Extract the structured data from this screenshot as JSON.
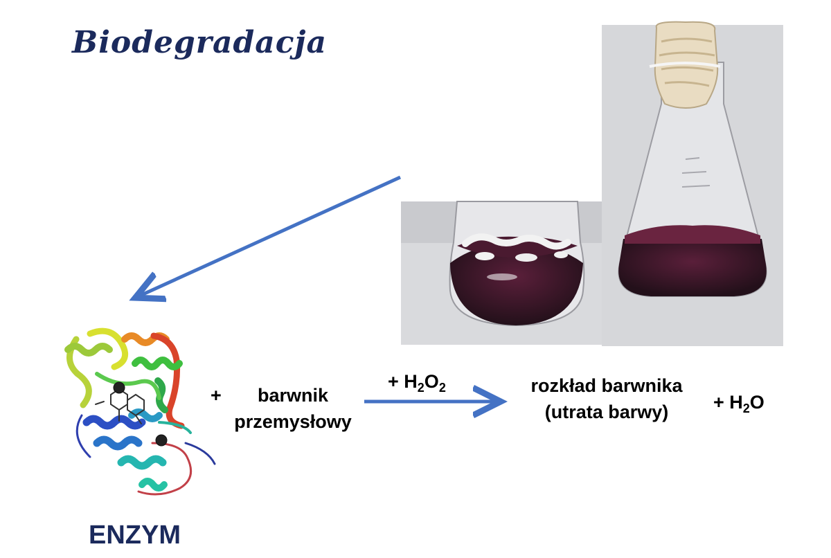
{
  "title": "Biodegradacja",
  "reaction": {
    "plus": "+",
    "dye_line1": "barwnik",
    "dye_line2": "przemysłowy",
    "reagent_prefix": "+ H",
    "reagent_sub1": "2",
    "reagent_mid": "O",
    "reagent_sub2": "2",
    "product_line1": "rozkład barwnika",
    "product_line2": "(utrata barwy)",
    "byproduct_prefix": "+ H",
    "byproduct_sub": "2",
    "byproduct_suffix": "O"
  },
  "enzyme_label": "ENZYM",
  "colors": {
    "title": "#1b2a5c",
    "arrow": "#4472c4",
    "dye_liquid": "#3b1628"
  }
}
